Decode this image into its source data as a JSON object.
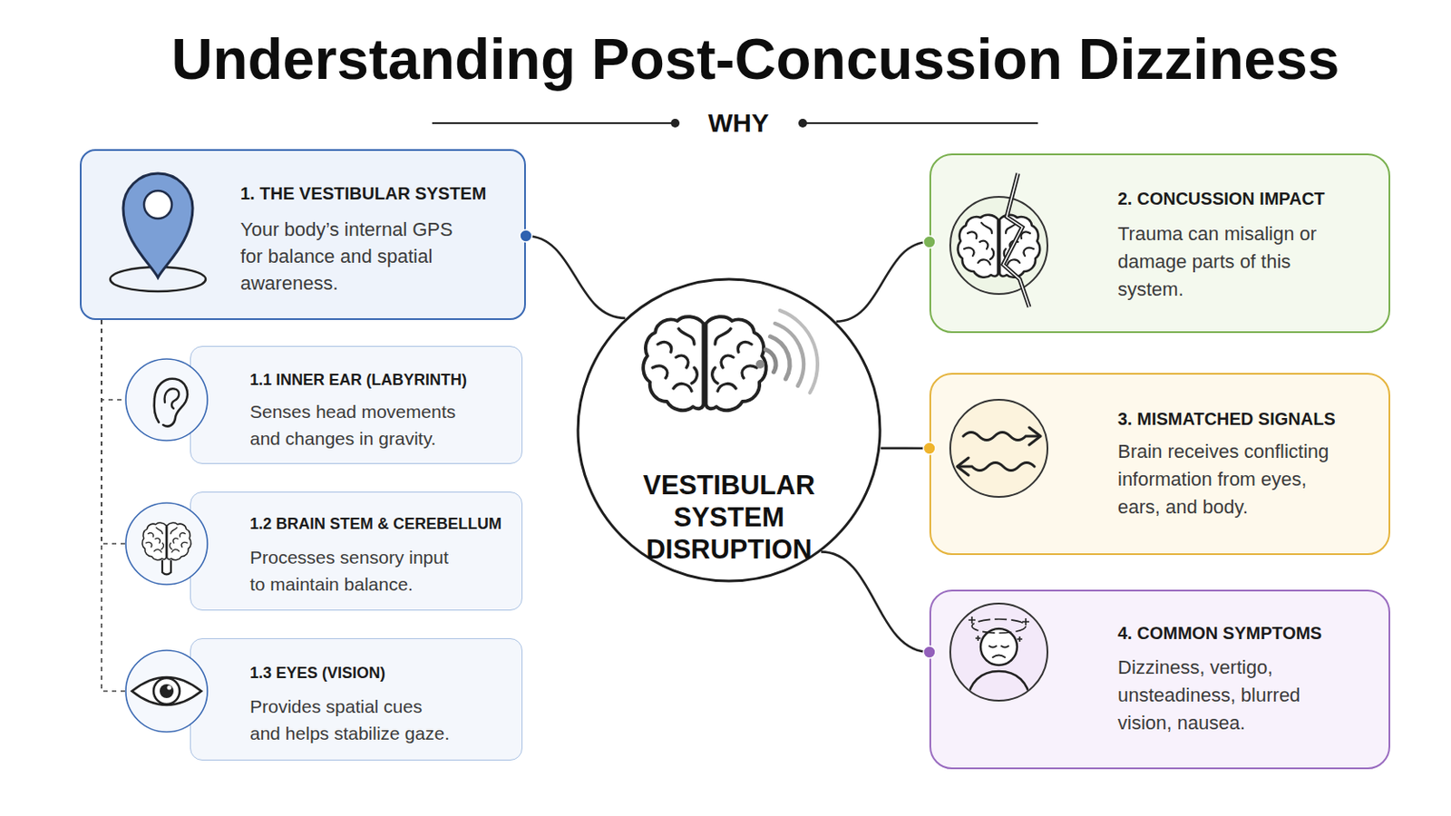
{
  "diagram": {
    "title": "Understanding Post-Concussion Dizziness",
    "nodes": [
      {
        "text": [
          "1. THE VESTIBULAR SYSTEM",
          "Your body’s internal GPS for balance and spatial awareness."
        ]
      },
      {
        "text": [
          "1.1 INNER EAR (LABYRINTH)",
          "Senses head movements and changes in gravity."
        ]
      },
      {
        "text": [
          "1.2 BRAIN STEM & CEREBELLUM",
          "Processes sensory input to maintain balance."
        ]
      },
      {
        "text": [
          "1.3 EYES (VISION)",
          "Provides spatial cues and helps stabilize gaze."
        ]
      },
      {
        "text": [
          "VESTIBULAR SYSTEM DISRUPTION"
        ]
      },
      {
        "text": [
          "2. CONCUSSION IMPACT",
          "Trauma can misalign or damage parts of this system."
        ]
      },
      {
        "text": [
          "3. MISMATCHED SIGNALS",
          "Brain receives conflicting information from eyes, ears, and body."
        ]
      },
      {
        "text": [
          "4. COMMON SYMPTOMS",
          "Dizziness, vertigo, unsteadiness, blurred vision, nausea."
        ]
      }
    ],
    "edges": [
      {
        "from": 4,
        "to": 0,
        "arrow": "none"
      },
      {
        "from": 0,
        "to": 1,
        "arrow": "none"
      },
      {
        "from": 0,
        "to": 2,
        "arrow": "none"
      },
      {
        "from": 0,
        "to": 3,
        "arrow": "none"
      },
      {
        "from": 4,
        "to": 5,
        "arrow": "none"
      },
      {
        "from": 4,
        "to": 6,
        "arrow": "none"
      },
      {
        "from": 4,
        "to": 7,
        "arrow": "none"
      }
    ],
    "labels": [
      "WHY"
    ]
  }
}
